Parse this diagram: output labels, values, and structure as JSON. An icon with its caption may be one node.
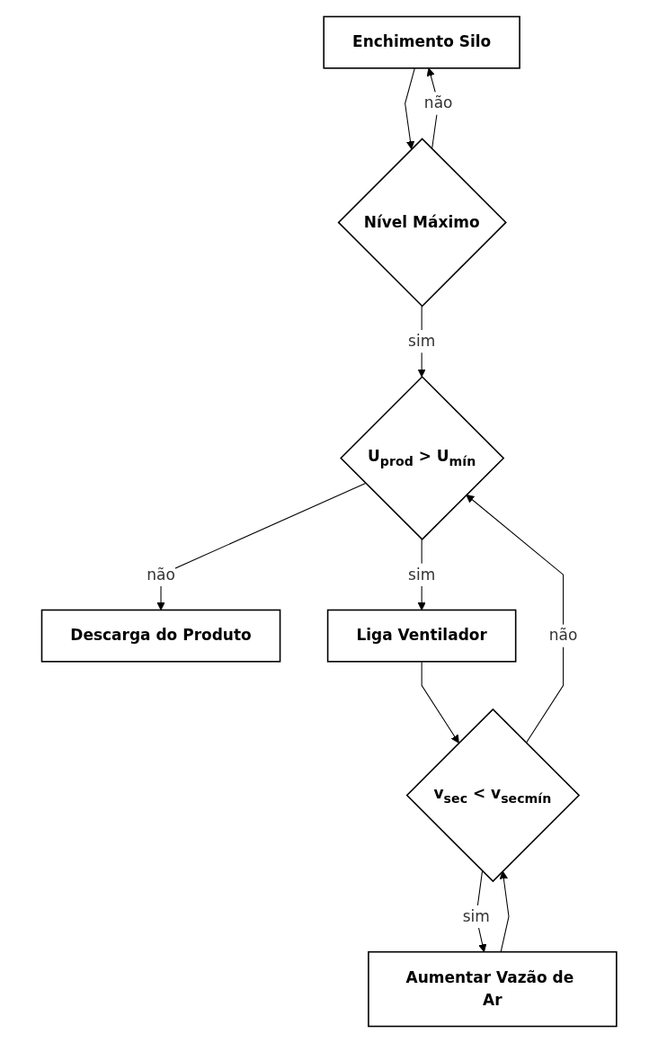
{
  "diagram": {
    "nodes": [
      {
        "text": [
          "Enchimento Silo"
        ]
      },
      {
        "text": [
          "Nível Máximo"
        ]
      },
      {
        "text": [
          "U$_{prod}$ > U$_{mín}$"
        ]
      },
      {
        "text": [
          "Descarga do Produto"
        ]
      },
      {
        "text": [
          "Liga Ventilador"
        ]
      },
      {
        "text": [
          "v$_{sec}$ < v$_{secmín}$"
        ]
      },
      {
        "text": [
          "Aumentar Vazão de Ar"
        ]
      }
    ],
    "edges": [
      {
        "from": 0,
        "to": 1,
        "arrow": "to"
      },
      {
        "from": 1,
        "to": 0,
        "arrow": "to",
        "label": "não"
      },
      {
        "from": 1,
        "to": 2,
        "arrow": "to",
        "label": "sim"
      },
      {
        "from": 2,
        "to": 3,
        "arrow": "to",
        "label": "não"
      },
      {
        "from": 2,
        "to": 4,
        "arrow": "to",
        "label": "sim"
      },
      {
        "from": 4,
        "to": 5,
        "arrow": "to"
      },
      {
        "from": 5,
        "to": 2,
        "arrow": "to",
        "label": "não"
      },
      {
        "from": 5,
        "to": 6,
        "arrow": "to",
        "label": "sim"
      },
      {
        "from": 6,
        "to": 5,
        "arrow": "to"
      }
    ]
  }
}
